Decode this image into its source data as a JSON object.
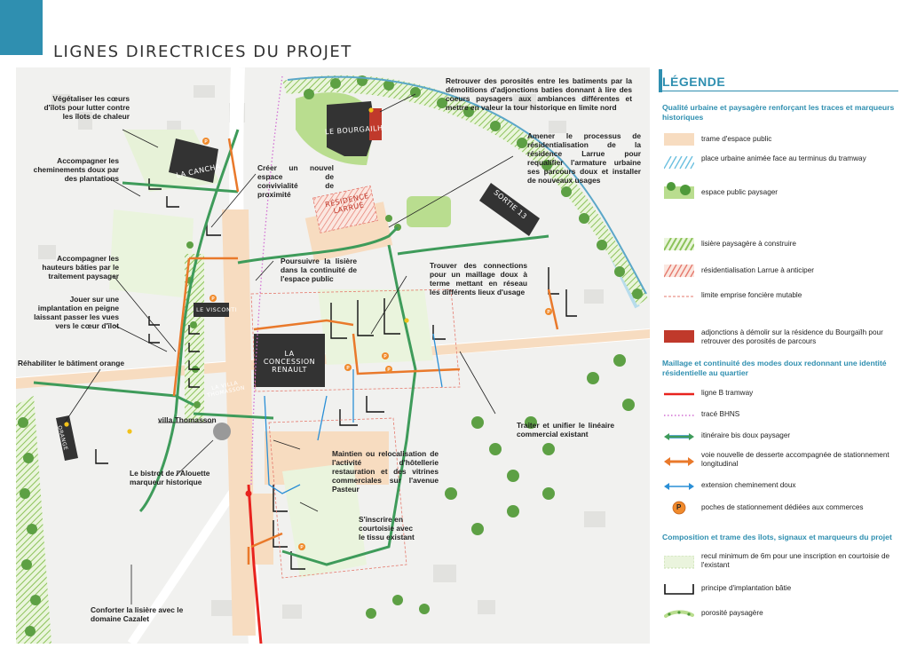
{
  "page": {
    "title": "LIGNES DIRECTRICES DU PROJET"
  },
  "colors": {
    "accent": "#2f8fb0",
    "public_space": "#f7dcc0",
    "landscape_space": "#b9dd8f",
    "demolish": "#c0392b",
    "tram": "#e8231e",
    "bhns": "#d26fd3",
    "green_route": "#3e9b5a",
    "orange_route": "#e9792b",
    "blue_route": "#2a8fd6",
    "parking": "#f08a2c",
    "building": "#333333"
  },
  "map": {
    "labels": {
      "bourgailh": "LE BOURGAILH",
      "cancha": "LA CANCHA",
      "residence": "RÉSIDENCE LARRUE",
      "sortie": "SORTIE 13",
      "visconti": "LE VISCONTI",
      "concession": "LA CONCESSION RENAULT",
      "villa": "LA VILLA THOMASSON",
      "orange": "ORANGE"
    },
    "parking_letter": "P",
    "annotations": {
      "vegetaliser": "Végétaliser les cœurs d'îlots pour lutter contre les îlots de chaleur",
      "accompagner_chem": "Accompagner les cheminements doux par des plantations",
      "accompagner_haut": "Accompagner les hauteurs bâties par le traitement paysager",
      "jouer": "Jouer sur une implantation en peigne laissant passer les vues vers le cœur d'îlot",
      "rehabiliter": "Réhabiliter le bâtiment orange",
      "villa": "villa Thomasson",
      "bistrot": "Le bistrot de l'Alouette marqueur historique",
      "conforter": "Conforter la lisière avec le domaine Cazalet",
      "creer": "Créer un nouvel espace de convivialité de proximité",
      "poursuivre": "Poursuivre la lisière dans la continuité de l'espace public",
      "retrouver": "Retrouver des porosités entre les batiments par la démolitions d'adjonctions baties donnant à lire des coeurs paysagers aux ambiances différentes et mettre en valeur la tour historique en limite nord",
      "amener": "Amener le processus de résidentialisation de la résidence Larrue pour requalifier l'armature urbaine ses parcours doux et installer de nouveaux usages",
      "trouver": "Trouver des connections pour un maillage doux à terme mettant en réseau les différents lieux d'usage",
      "traiter": "Traiter et unifier le linéaire commercial existant",
      "maintien": "Maintien ou relocalisation de l'activité d'hôtellerie restauration et des vitrines commerciales sur l'avenue Pasteur",
      "sinscrire": "S'inscrire en courtoisie avec le tissu existant"
    }
  },
  "legend": {
    "title": "LÉGENDE",
    "sections": [
      {
        "title": "Qualité urbaine et paysagère renforçant les traces et marqueurs historiques",
        "items": [
          {
            "label": "trame d'espace public",
            "icon": "public-space-swatch"
          },
          {
            "label": "place urbaine animée face au terminus du tramway",
            "icon": "hatched-blue-swatch"
          },
          {
            "label": "espace public paysager",
            "icon": "landscape-space-swatch"
          },
          {
            "label": "lisière paysagère à construire",
            "icon": "hatched-green-swatch"
          },
          {
            "label": "résidentialisation Larrue à anticiper",
            "icon": "hatched-red-swatch"
          },
          {
            "label": "limite emprise foncière mutable",
            "icon": "dashed-red-line"
          },
          {
            "label": "adjonctions à démolir sur la résidence du Bourgaïlh pour retrouver des porosités de parcours",
            "icon": "red-swatch"
          }
        ]
      },
      {
        "title": "Maillage et continuité des modes doux redonnant une identité résidentielle au quartier",
        "items": [
          {
            "label": "ligne B tramway",
            "icon": "red-line"
          },
          {
            "label": "tracé BHNS",
            "icon": "dotted-pink-line"
          },
          {
            "label": "itinéraire bis doux paysager",
            "icon": "green-arrow"
          },
          {
            "label": "voie nouvelle de desserte accompagnée de stationnement longitudinal",
            "icon": "orange-arrow"
          },
          {
            "label": "extension cheminement doux",
            "icon": "blue-arrow"
          },
          {
            "label": "poches de stationnement dédiées aux commerces",
            "icon": "parking-icon"
          }
        ]
      },
      {
        "title": "Composition et trame des îlots, signaux et marqueurs du projet",
        "items": [
          {
            "label": "recul minimum de 6m pour une inscription en courtoisie de l'existant",
            "icon": "setback-swatch"
          },
          {
            "label": "principe d'implantation bâtie",
            "icon": "bracket-icon"
          },
          {
            "label": "porosité paysagère",
            "icon": "porosity-icon"
          }
        ]
      }
    ]
  }
}
